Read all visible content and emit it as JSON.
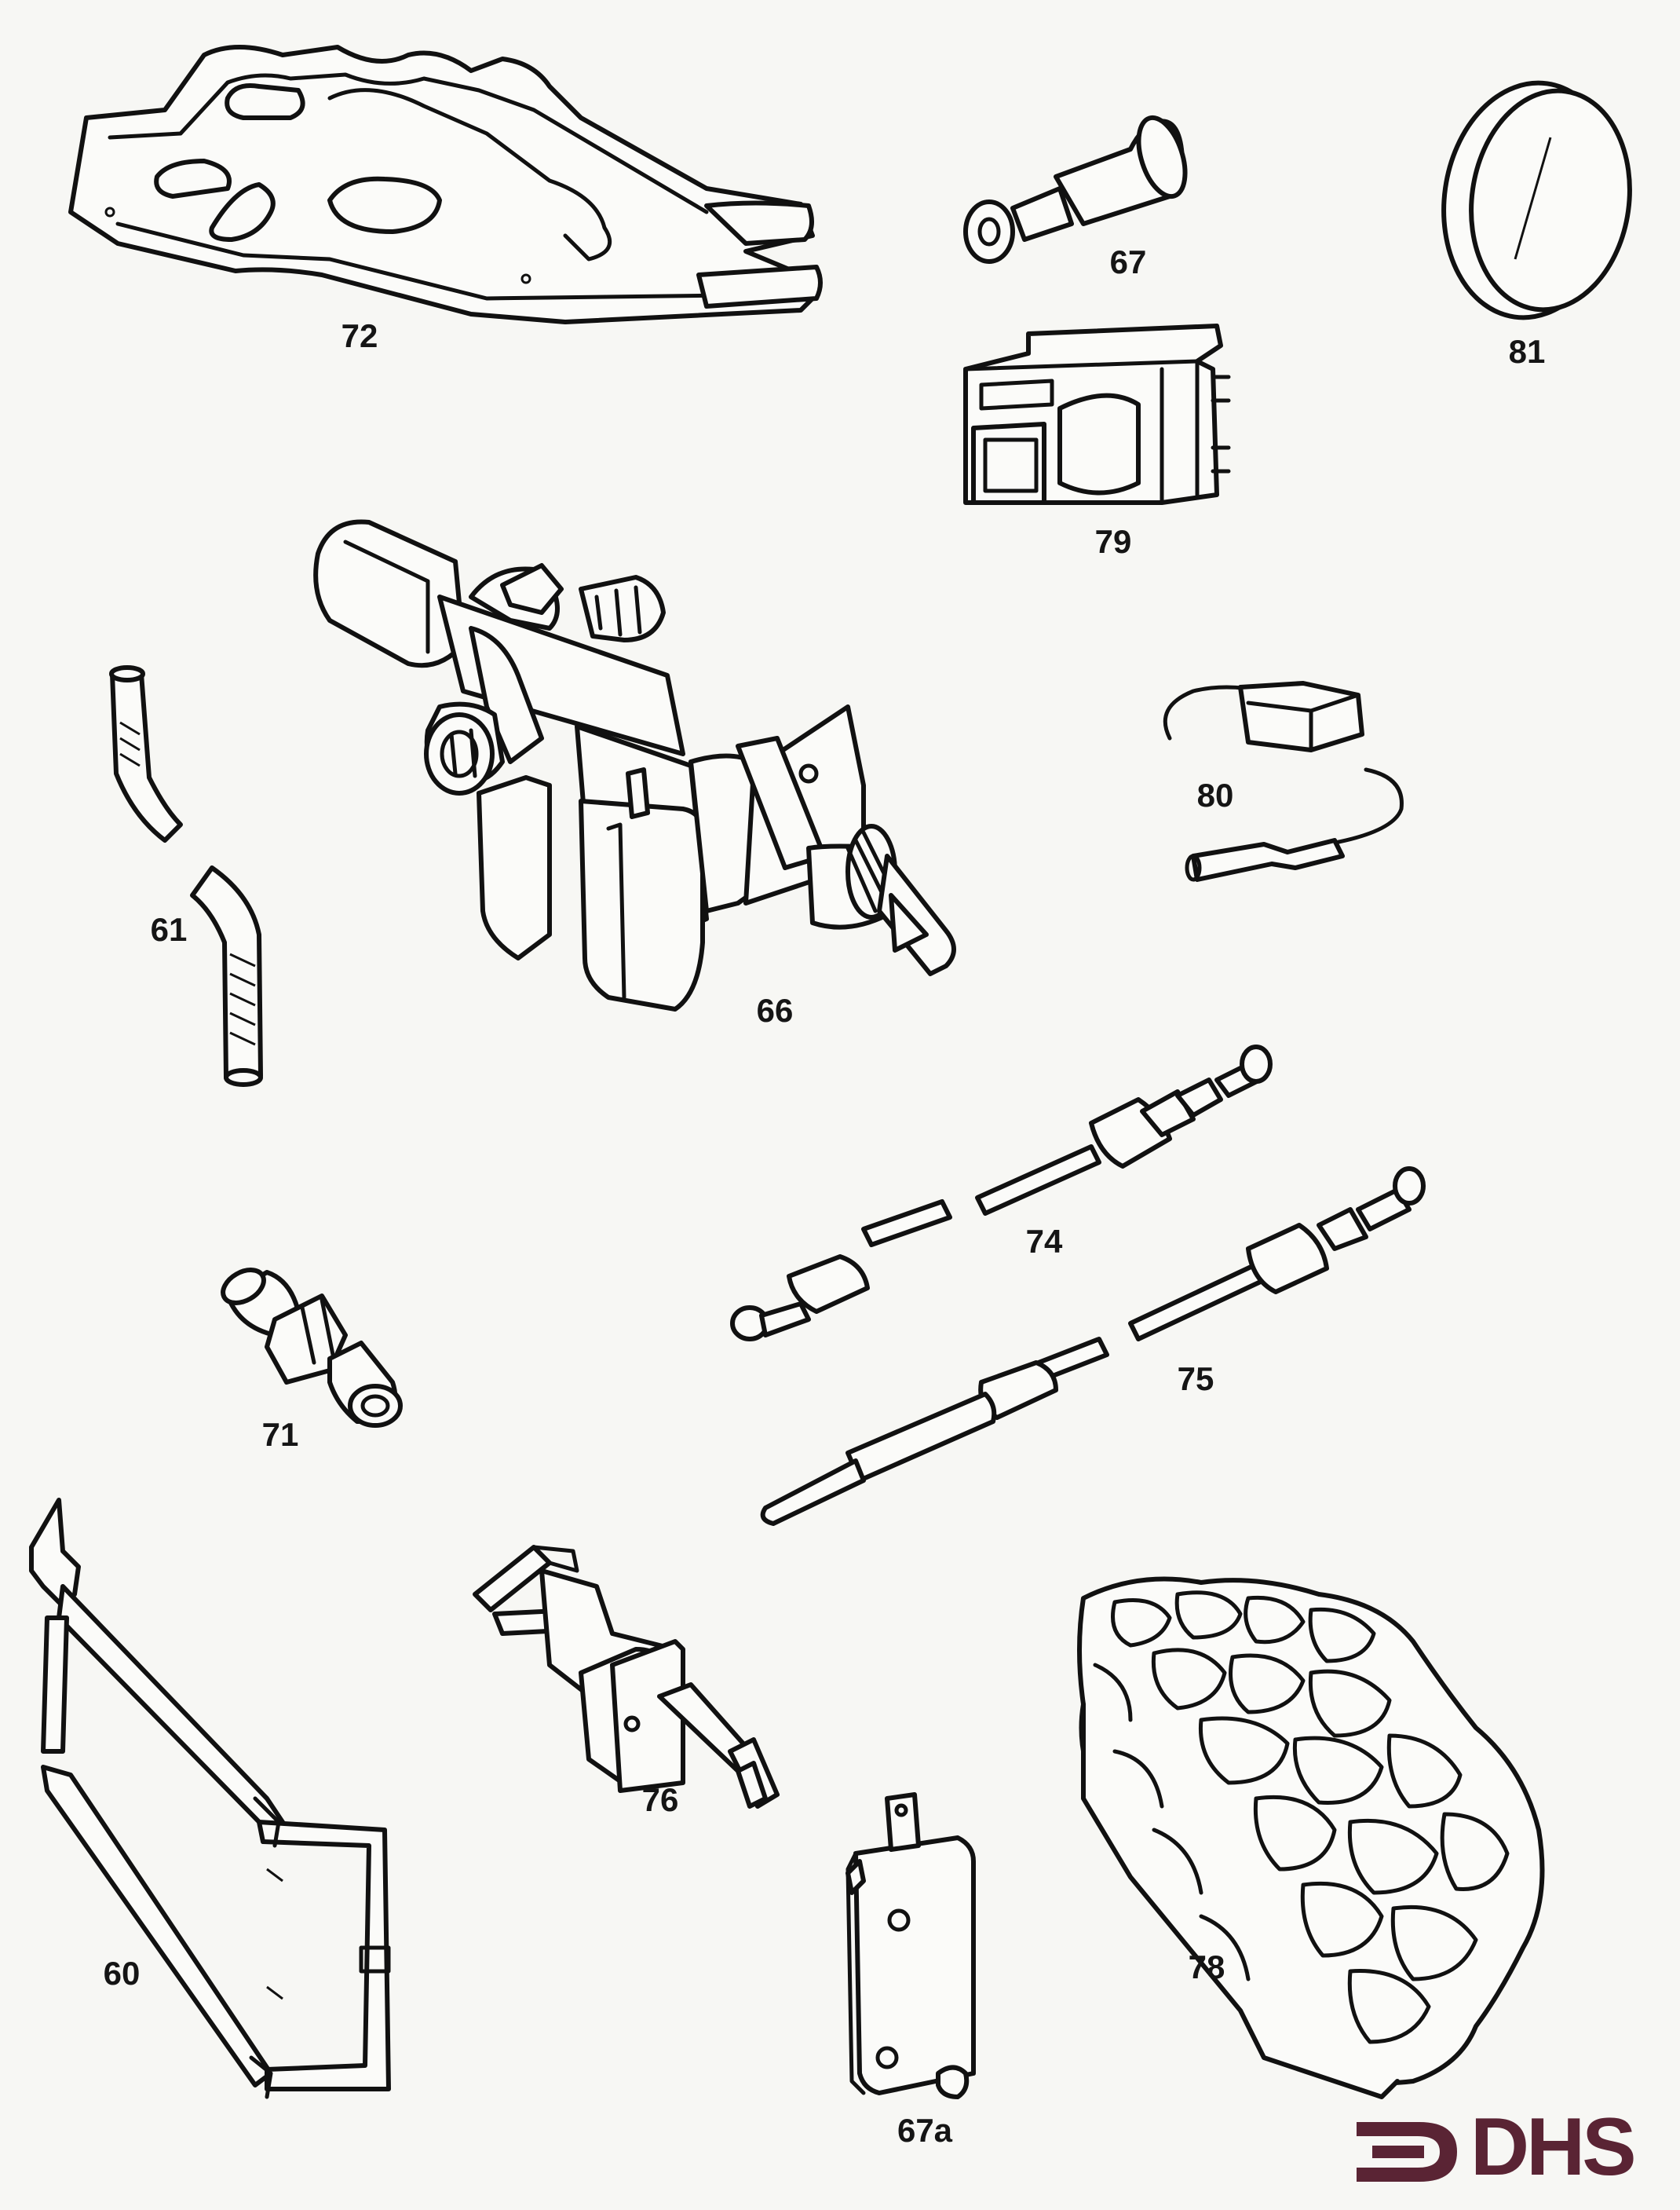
{
  "parts": [
    {
      "id": "p72",
      "label": "72"
    },
    {
      "id": "p67",
      "label": "67"
    },
    {
      "id": "p81",
      "label": "81"
    },
    {
      "id": "p79",
      "label": "79"
    },
    {
      "id": "p66",
      "label": "66"
    },
    {
      "id": "p80",
      "label": "80"
    },
    {
      "id": "p61",
      "label": "61"
    },
    {
      "id": "p74",
      "label": "74"
    },
    {
      "id": "p75",
      "label": "75"
    },
    {
      "id": "p71",
      "label": "71"
    },
    {
      "id": "p76",
      "label": "76"
    },
    {
      "id": "p60",
      "label": "60"
    },
    {
      "id": "p78",
      "label": "78"
    },
    {
      "id": "p67a",
      "label": "67a"
    }
  ],
  "logo": {
    "text": "DHS",
    "color": "#5a2434"
  },
  "colors": {
    "ink": "#111111",
    "paper": "#f7f7f4"
  }
}
